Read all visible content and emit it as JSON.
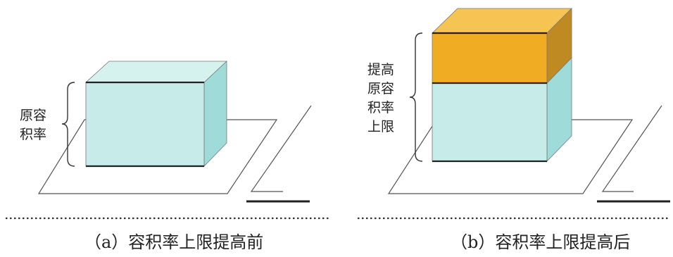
{
  "panel_a": {
    "side_label_lines": [
      "原容",
      "积率"
    ],
    "caption": "（a）容积率上限提高前"
  },
  "panel_b": {
    "side_label_lines": [
      "提高",
      "原容",
      "积率",
      "上限"
    ],
    "caption": "（b）容积率上限提高后"
  },
  "colors": {
    "original_volume_front": "#c6ebe8",
    "original_volume_side": "#9fdcd9",
    "original_volume_top": "#d6f2ef",
    "added_volume_front": "#f0ac22",
    "added_volume_side": "#c08a22",
    "added_volume_top": "#f6c453",
    "outline": "#222222"
  }
}
